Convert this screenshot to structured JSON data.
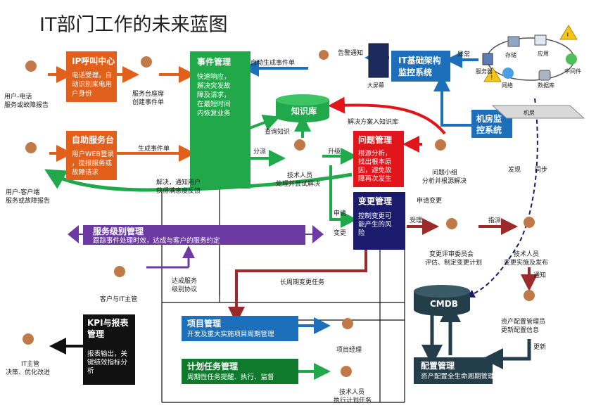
{
  "title": "IT部门工作的未来蓝图",
  "boxes": {
    "ip_call": {
      "title": "IP呼叫中心",
      "body": [
        "电话受理，自",
        "动识别来电用",
        "户身份"
      ]
    },
    "self_service": {
      "title": "自助服务台",
      "body": [
        "用户WEB登录",
        "，提报服务或",
        "故障请求"
      ]
    },
    "incident": {
      "title": "事件管理",
      "body": [
        "快速响应，",
        "解决突发故",
        "障及请求，",
        "在最短时间",
        "内恢复业务"
      ]
    },
    "knowledge": {
      "title": "知识库"
    },
    "problem": {
      "title": "问题管理",
      "body": [
        "根源分析，",
        "找出根本原",
        "因，避免故",
        "障再次发生"
      ]
    },
    "change": {
      "title": "变更管理",
      "body": [
        "控制变更可",
        "能产生的风",
        "险"
      ]
    },
    "it_infra": {
      "title": [
        "IT基础架构",
        "监控系统"
      ]
    },
    "machine_room": {
      "title": [
        "机房监",
        "控系统"
      ]
    },
    "sla": {
      "title": "服务级别管理",
      "body": "跟踪事件处理时效，达成与客户的服务约定"
    },
    "kpi": {
      "title": [
        "KPI与报表",
        "管理"
      ],
      "body": [
        "报表输出，关",
        "键绩效指标分",
        "析"
      ]
    },
    "project": {
      "title": "项目管理",
      "body": "开发及重大实施项目周期管理"
    },
    "plan_task": {
      "title": "计划任务管理",
      "body": "周期性任务提醒、执行、监督"
    },
    "cmdb": {
      "title": "CMDB"
    },
    "config": {
      "title": "配置管理",
      "body": "资产配置全生命周期管理"
    }
  },
  "labels": {
    "user_phone": [
      "用户-电话",
      "服务或故障报告"
    ],
    "service_desk": [
      "服务台座席",
      "创建事件单"
    ],
    "user_client": [
      "用户-客户端",
      "服务或故障报告"
    ],
    "generate_ticket": "生成事件单",
    "auto_ticket": "自动生成事件单",
    "alert": "告警通知",
    "big_screen": "大屏幕",
    "abnormal": "异常",
    "storage": "存储",
    "application": "应用",
    "server": "服务器",
    "middleware": "中间件",
    "network": "网络",
    "database": "数据库",
    "room": "机房",
    "query_knowledge": "查询知识",
    "solution_to_kb": "解决方案入知识库",
    "dispatch": "分派",
    "tech_staff": [
      "技术人员",
      "处理并尝试解决"
    ],
    "upgrade": "升级",
    "resolve_notify": [
      "解决，通知用户",
      "获得满意度反馈"
    ],
    "problem_team": [
      "问题小组",
      "分析并根源解决"
    ],
    "request_change": "申请变更",
    "discover": "发现",
    "sync": "同步",
    "apply": "申请",
    "change_lbl": "变更",
    "accept": "受理",
    "assign": "指派",
    "cab": [
      "变更评审委员会",
      "评估、制定变更计划"
    ],
    "tech_impl": [
      "技术人员",
      "变更实施及发布"
    ],
    "notify": "通知",
    "customer_it": "客户与IT主管",
    "reach_sla": [
      "达成服务",
      "级别协议"
    ],
    "long_cycle": "长周期变更任务",
    "config_admin": [
      "资产配置管理员",
      "更新配置信息"
    ],
    "update": "更新",
    "it_manager": [
      "IT主管",
      "决策、优化改进"
    ],
    "project_manager": "项目经理",
    "tech_plan": [
      "技术人员",
      "执行计划任务"
    ]
  },
  "colors": {
    "orange": "#e1601c",
    "green": "#20a84a",
    "red": "#e0161b",
    "navy": "#1b1b6b",
    "blue": "#1e6fba",
    "purple": "#6d3aa3",
    "black": "#111111",
    "darkgreen": "#0f7a2c",
    "teal": "#233d49",
    "maroon": "#9b2a2a"
  }
}
